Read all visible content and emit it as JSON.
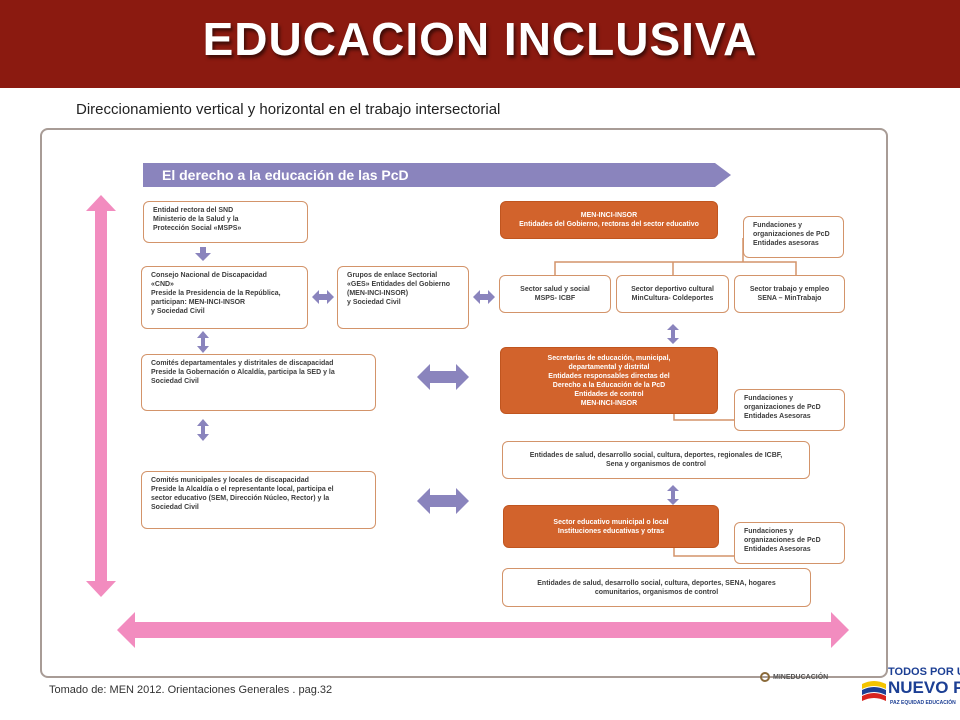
{
  "title": "EDUCACION INCLUSIVA",
  "subtitle": "Direccionamiento vertical y horizontal en el trabajo intersectorial",
  "diagram": {
    "header": "El derecho a la educación de las  PcD",
    "left": {
      "snd": "Entidad rectora del SND\nMinisterio de la Salud y la\nProtección Social «MSPS»",
      "cnd": "Consejo Nacional de Discapacidad\n«CND»\nPreside la Presidencia de la República,\nparticipan: MEN-INCI-INSOR\ny Sociedad Civil",
      "ges": "Grupos de enlace Sectorial\n«GES» Entidades del Gobierno\n(MEN-INCI-INSOR)\ny Sociedad Civil",
      "departamentales": "Comités departamentales y distritales de discapacidad\nPreside la Gobernación o Alcaldía, participa la SED y la\nSociedad Civil",
      "municipales": "Comités municipales y locales de discapacidad\nPreside la Alcaldía o el representante local, participa el\nsector educativo (SEM, Dirección Núcleo, Rector) y la\nSociedad Civil"
    },
    "right": {
      "men": "MEN-INCI-INSOR\nEntidades del Gobierno, rectoras del sector educativo",
      "fundaciones_1": "Fundaciones y\norganizaciones de PcD\nEntidades asesoras",
      "salud": "Sector salud y social\nMSPS- ICBF",
      "deportivo": "Sector deportivo cultural\nMinCultura- Coldeportes",
      "trabajo": "Sector trabajo y empleo\nSENA – MinTrabajo",
      "secretarias": "Secretarías de educación, municipal,\ndepartamental y distrital\nEntidades responsables directas del\nDerecho a la Educación de la PcD\nEntidades de control\nMEN-INCI-INSOR",
      "fundaciones_2": "Fundaciones y\norganizaciones de PcD\nEntidades Asesoras",
      "entidades_1": "Entidades de salud, desarrollo social, cultura, deportes, regionales de ICBF,\nSena y organismos de control",
      "sector_municipal": "Sector educativo municipal o local\nInstituciones educativas y otras",
      "fundaciones_3": "Fundaciones y\norganizaciones de PcD\nEntidades Asesoras",
      "entidades_2": "Entidades de salud, desarrollo social, cultura, deportes, SENA, hogares\ncomunitarios, organismos de control"
    }
  },
  "source": "Tomado de:  MEN 2012. Orientaciones Generales . pag.32",
  "logos": {
    "ministerio": "MINEDUCACIÓN",
    "pais_line1": "TODOS POR UN",
    "pais_line2": "NUEVO PAÍS",
    "pais_line3": "PAZ  EQUIDAD  EDUCACIÓN"
  },
  "colors": {
    "banner": "#8b1a10",
    "header_arrow": "#8a84bd",
    "pink_arrows": "#f28cbf",
    "orange_box": "#d2632c",
    "box_border": "#d3946a"
  }
}
